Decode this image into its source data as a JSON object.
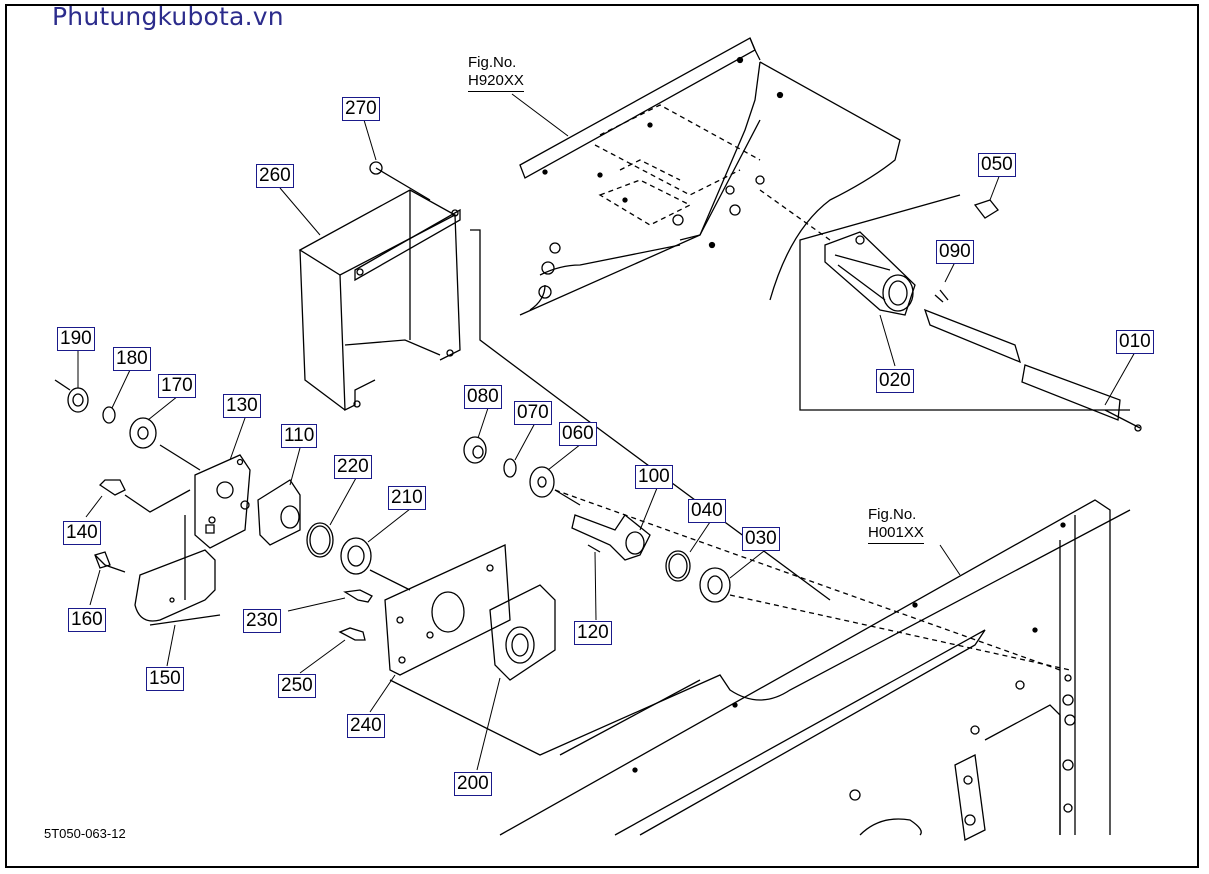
{
  "site_title": "Phutungkubota.vn",
  "drawing_code": "5T050-063-12",
  "figure_refs": [
    {
      "id": "h920",
      "line1": "Fig.No.",
      "line2": "H920XX"
    },
    {
      "id": "h001",
      "line1": "Fig.No.",
      "line2": "H001XX"
    }
  ],
  "parts": [
    {
      "id": "p010",
      "label": "010"
    },
    {
      "id": "p020",
      "label": "020"
    },
    {
      "id": "p030",
      "label": "030"
    },
    {
      "id": "p040",
      "label": "040"
    },
    {
      "id": "p050",
      "label": "050"
    },
    {
      "id": "p060",
      "label": "060"
    },
    {
      "id": "p070",
      "label": "070"
    },
    {
      "id": "p080",
      "label": "080"
    },
    {
      "id": "p090",
      "label": "090"
    },
    {
      "id": "p100",
      "label": "100"
    },
    {
      "id": "p110",
      "label": "110"
    },
    {
      "id": "p120",
      "label": "120"
    },
    {
      "id": "p130",
      "label": "130"
    },
    {
      "id": "p140",
      "label": "140"
    },
    {
      "id": "p150",
      "label": "150"
    },
    {
      "id": "p160",
      "label": "160"
    },
    {
      "id": "p170",
      "label": "170"
    },
    {
      "id": "p180",
      "label": "180"
    },
    {
      "id": "p190",
      "label": "190"
    },
    {
      "id": "p200",
      "label": "200"
    },
    {
      "id": "p210",
      "label": "210"
    },
    {
      "id": "p220",
      "label": "220"
    },
    {
      "id": "p230",
      "label": "230"
    },
    {
      "id": "p240",
      "label": "240"
    },
    {
      "id": "p250",
      "label": "250"
    },
    {
      "id": "p260",
      "label": "260"
    },
    {
      "id": "p270",
      "label": "270"
    }
  ],
  "colors": {
    "brand": "#2c2c8c",
    "label_border": "#1a1a8a",
    "line": "#000000"
  }
}
